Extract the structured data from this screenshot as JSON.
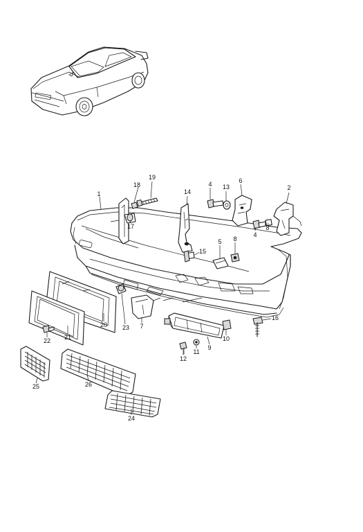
{
  "callouts": [
    {
      "id": "c1",
      "label": "1"
    },
    {
      "id": "c2",
      "label": "2"
    },
    {
      "id": "c4a",
      "label": "4"
    },
    {
      "id": "c4b",
      "label": "4"
    },
    {
      "id": "c5",
      "label": "5"
    },
    {
      "id": "c6",
      "label": "6"
    },
    {
      "id": "c7",
      "label": "7"
    },
    {
      "id": "c8a",
      "label": "8"
    },
    {
      "id": "c8b",
      "label": "8"
    },
    {
      "id": "c9",
      "label": "9"
    },
    {
      "id": "c10",
      "label": "10"
    },
    {
      "id": "c11",
      "label": "11"
    },
    {
      "id": "c12",
      "label": "12"
    },
    {
      "id": "c13",
      "label": "13"
    },
    {
      "id": "c14",
      "label": "14"
    },
    {
      "id": "c15",
      "label": "15"
    },
    {
      "id": "c16",
      "label": "16"
    },
    {
      "id": "c17",
      "label": "17"
    },
    {
      "id": "c18",
      "label": "18"
    },
    {
      "id": "c19",
      "label": "19"
    },
    {
      "id": "c20",
      "label": "20"
    },
    {
      "id": "c21",
      "label": "21"
    },
    {
      "id": "c22",
      "label": "22"
    },
    {
      "id": "c23",
      "label": "23"
    },
    {
      "id": "c24",
      "label": "24"
    },
    {
      "id": "c25",
      "label": "25"
    },
    {
      "id": "c26",
      "label": "26"
    }
  ]
}
